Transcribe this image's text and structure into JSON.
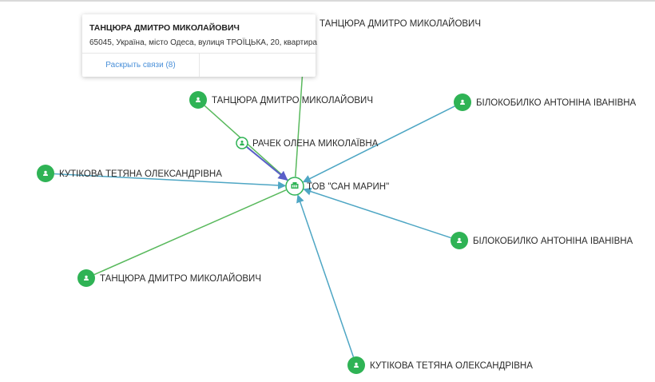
{
  "graph": {
    "center": {
      "id": "c",
      "label": "ТОВ \"САН МАРИН\"",
      "icon": "building-icon"
    },
    "nodes": [
      {
        "id": "n1",
        "label": "ТАНЦЮРА ДМИТРО МИКОЛАЙОВИЧ",
        "icon": "person-icon"
      },
      {
        "id": "n2",
        "label": "ТАНЦЮРА ДМИТРО МИКОЛАЙОВИЧ",
        "icon": "person-icon"
      },
      {
        "id": "n3",
        "label": "РАЧЕК ОЛЕНА МИКОЛАЇВНА",
        "icon": "person-icon"
      },
      {
        "id": "n4",
        "label": "БІЛОКОБИЛКО АНТОНІНА ІВАНІВНА",
        "icon": "person-icon"
      },
      {
        "id": "n5",
        "label": "КУТІКОВА ТЕТЯНА ОЛЕКСАНДРІВНА",
        "icon": "person-icon"
      },
      {
        "id": "n6",
        "label": "БІЛОКОБИЛКО АНТОНІНА ІВАНІВНА",
        "icon": "person-icon"
      },
      {
        "id": "n7",
        "label": "ТАНЦЮРА ДМИТРО МИКОЛАЙОВИЧ",
        "icon": "person-icon"
      },
      {
        "id": "n8",
        "label": "КУТІКОВА ТЕТЯНА ОЛЕКСАНДРІВНА",
        "icon": "person-icon"
      }
    ],
    "edges": [
      {
        "from": "n1",
        "to": "c",
        "kind": "green"
      },
      {
        "from": "n2",
        "to": "c",
        "kind": "green"
      },
      {
        "from": "n3",
        "to": "c",
        "kind": "purple"
      },
      {
        "from": "n4",
        "to": "c",
        "kind": "blue"
      },
      {
        "from": "n5",
        "to": "c",
        "kind": "blue"
      },
      {
        "from": "n6",
        "to": "c",
        "kind": "blue"
      },
      {
        "from": "n7",
        "to": "c",
        "kind": "green"
      },
      {
        "from": "n8",
        "to": "c",
        "kind": "blue"
      }
    ],
    "colors": {
      "node_fill": "#2fb355",
      "green_edge": "#59b95d",
      "blue_edge": "#4ea6c4",
      "purple_edge": "#5a5fc8"
    }
  },
  "popup": {
    "title": "ТАНЦЮРА ДМИТРО МИКОЛАЙОВИЧ",
    "address": "65045, Україна, місто Одеса, вулиця ТРОЇЦЬКА, 20, квартира",
    "expand_link": "Раскрыть связи (8)"
  }
}
